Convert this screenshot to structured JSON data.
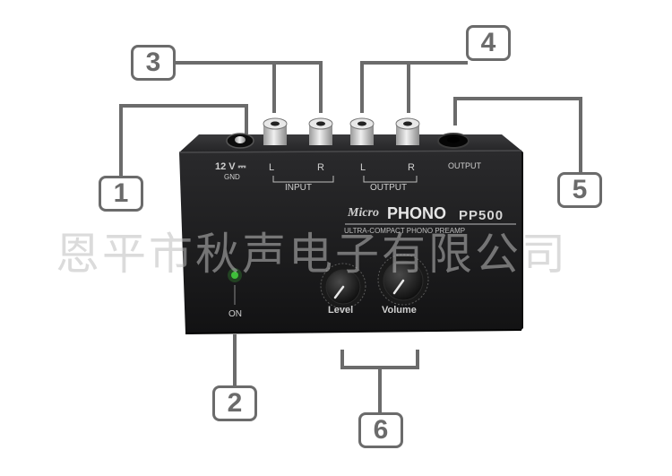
{
  "callouts": [
    "1",
    "2",
    "3",
    "4",
    "5",
    "6"
  ],
  "device": {
    "brand_prefix": "Micro",
    "brand_name": "PHONO",
    "model": "PP500",
    "tagline": "ULTRA-COMPACT PHONO PREAMP",
    "power_label": "12 V ⎓",
    "gnd_label": "GND",
    "input_left": "L",
    "input_right": "R",
    "input_label": "INPUT",
    "output_left": "L",
    "output_right": "R",
    "output_label": "OUTPUT",
    "headphone_label": "OUTPUT",
    "power_indicator": "ON",
    "knob_level": "Level",
    "knob_volume": "Volume"
  },
  "watermark": "恩平市秋声电子有限公司",
  "colors": {
    "callout_gray": "#6b6b6b",
    "device_body": "#1e1e20",
    "led_green": "#3fbf3a",
    "rca_chrome": "#d9d9d9"
  }
}
